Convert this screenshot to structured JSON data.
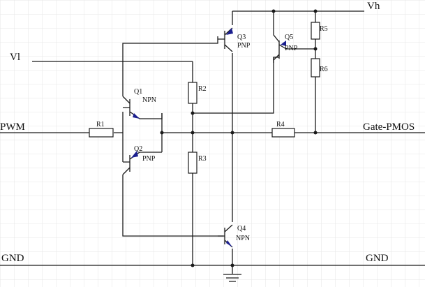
{
  "nets": {
    "vh": "Vh",
    "vl": "Vl",
    "pwm": "PWM",
    "gnd_left": "GND",
    "gnd_right": "GND",
    "gate": "Gate-PMOS"
  },
  "resistors": {
    "r1": "R1",
    "r2": "R2",
    "r3": "R3",
    "r4": "R4",
    "r5": "R5",
    "r6": "R6"
  },
  "transistors": {
    "q1": {
      "ref": "Q1",
      "type": "NPN"
    },
    "q2": {
      "ref": "Q2",
      "type": "PNP"
    },
    "q3": {
      "ref": "Q3",
      "type": "PNP"
    },
    "q4": {
      "ref": "Q4",
      "type": "NPN"
    },
    "q5": {
      "ref": "Q5",
      "type": "PNP"
    }
  },
  "colors": {
    "line": "#1a1a1a",
    "grid": "#e6e6e6",
    "arrow": "#1b1f8f",
    "background": "#ffffff"
  }
}
